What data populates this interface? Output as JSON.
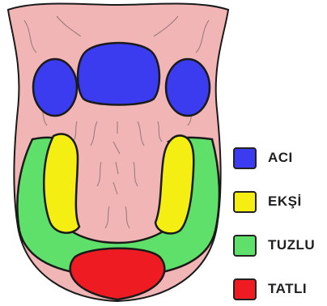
{
  "legend": {
    "items": [
      {
        "label": "ACI",
        "color": "#3b3bf0"
      },
      {
        "label": "EKŞİ",
        "color": "#f5ee12"
      },
      {
        "label": "TUZLU",
        "color": "#5fe06a"
      },
      {
        "label": "TATLI",
        "color": "#ee1c22"
      }
    ]
  },
  "colors": {
    "tongue_base": "#f2b5b5",
    "outline": "#1a1a1a"
  }
}
